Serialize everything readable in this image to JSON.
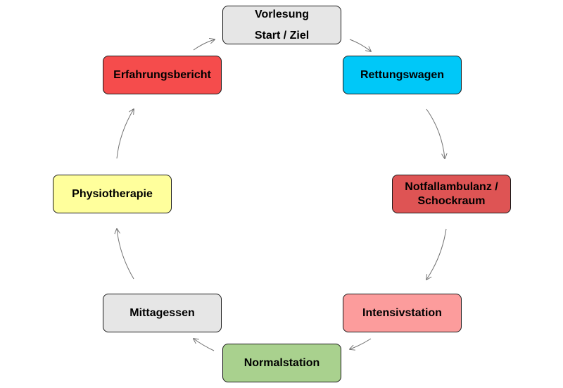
{
  "diagram": {
    "type": "cycle",
    "nodes": [
      {
        "id": "vorlesung",
        "lines": [
          "Vorlesung",
          "Start / Ziel"
        ],
        "color": "#e6e6e6"
      },
      {
        "id": "rettung",
        "lines": [
          "Rettungswagen"
        ],
        "color": "#00c8f8"
      },
      {
        "id": "notfall",
        "lines": [
          "Notfallambulanz /",
          "Schockraum"
        ],
        "color": "#de5454"
      },
      {
        "id": "intensiv",
        "lines": [
          "Intensivstation"
        ],
        "color": "#fc9c9c"
      },
      {
        "id": "normal",
        "lines": [
          "Normalstation"
        ],
        "color": "#a9d18e"
      },
      {
        "id": "mittag",
        "lines": [
          "Mittagessen"
        ],
        "color": "#e6e6e6"
      },
      {
        "id": "physio",
        "lines": [
          "Physiotherapie"
        ],
        "color": "#ffff9c"
      },
      {
        "id": "erfahrung",
        "lines": [
          "Erfahrungsbericht"
        ],
        "color": "#f54c4c"
      }
    ],
    "edges": [
      {
        "from": "vorlesung",
        "to": "rettung"
      },
      {
        "from": "rettung",
        "to": "notfall"
      },
      {
        "from": "notfall",
        "to": "intensiv"
      },
      {
        "from": "intensiv",
        "to": "normal"
      },
      {
        "from": "normal",
        "to": "mittag"
      },
      {
        "from": "mittag",
        "to": "physio"
      },
      {
        "from": "physio",
        "to": "erfahrung"
      },
      {
        "from": "erfahrung",
        "to": "vorlesung"
      }
    ],
    "arrow_color": "#707070"
  }
}
